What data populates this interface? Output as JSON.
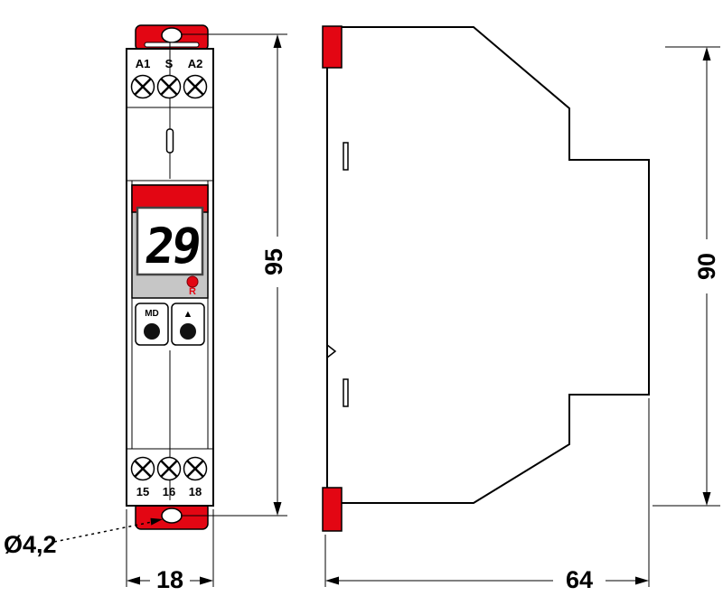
{
  "front_view": {
    "terminals_top": [
      "A1",
      "S",
      "A2"
    ],
    "terminals_bottom": [
      "15",
      "16",
      "18"
    ],
    "display_value": "29",
    "led_label": "R",
    "button_mode_label": "MD",
    "button_up_label": "▲"
  },
  "dimensions": {
    "front_height_mm": "95",
    "front_width_mm": "18",
    "mounting_hole_diameter": "Ø4,2",
    "side_height_mm": "90",
    "side_depth_mm": "64"
  },
  "colors": {
    "accent_red": "#e30613",
    "bezel_gray": "#c6c6c6",
    "display_white": "#ffffff"
  }
}
